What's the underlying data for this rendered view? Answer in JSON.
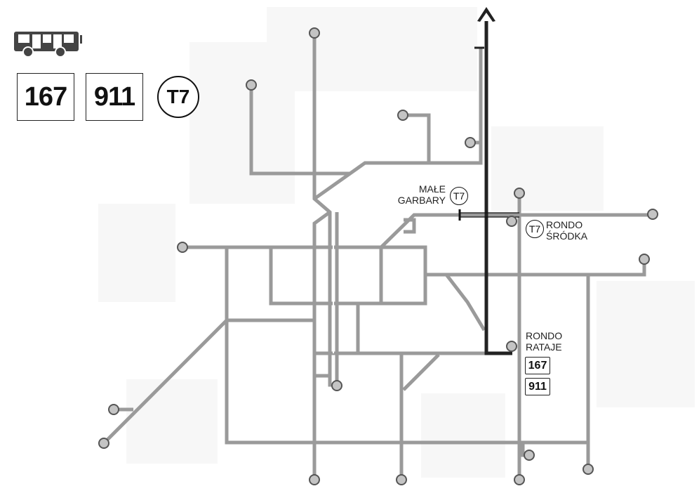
{
  "legend": {
    "bus_icon": "bus-icon",
    "routes": [
      {
        "label": "167",
        "style": "box"
      },
      {
        "label": "911",
        "style": "box"
      },
      {
        "label": "T7",
        "style": "circle"
      }
    ]
  },
  "stops": {
    "male_garbary": {
      "line1": "MAŁE",
      "line2": "GARBARY",
      "route": "T7"
    },
    "rondo_srodka": {
      "line1": "RONDO",
      "line2": "ŚRÓDKA",
      "route": "T7"
    },
    "rondo_rataje": {
      "line1": "RONDO",
      "line2": "RATAJE",
      "routes": [
        "167",
        "911"
      ]
    }
  },
  "colors": {
    "network_line": "#9a9a9a",
    "highlight_line": "#222222",
    "stop_fill": "#c4c4c4",
    "stop_stroke": "#555555",
    "background": "#ffffff"
  }
}
